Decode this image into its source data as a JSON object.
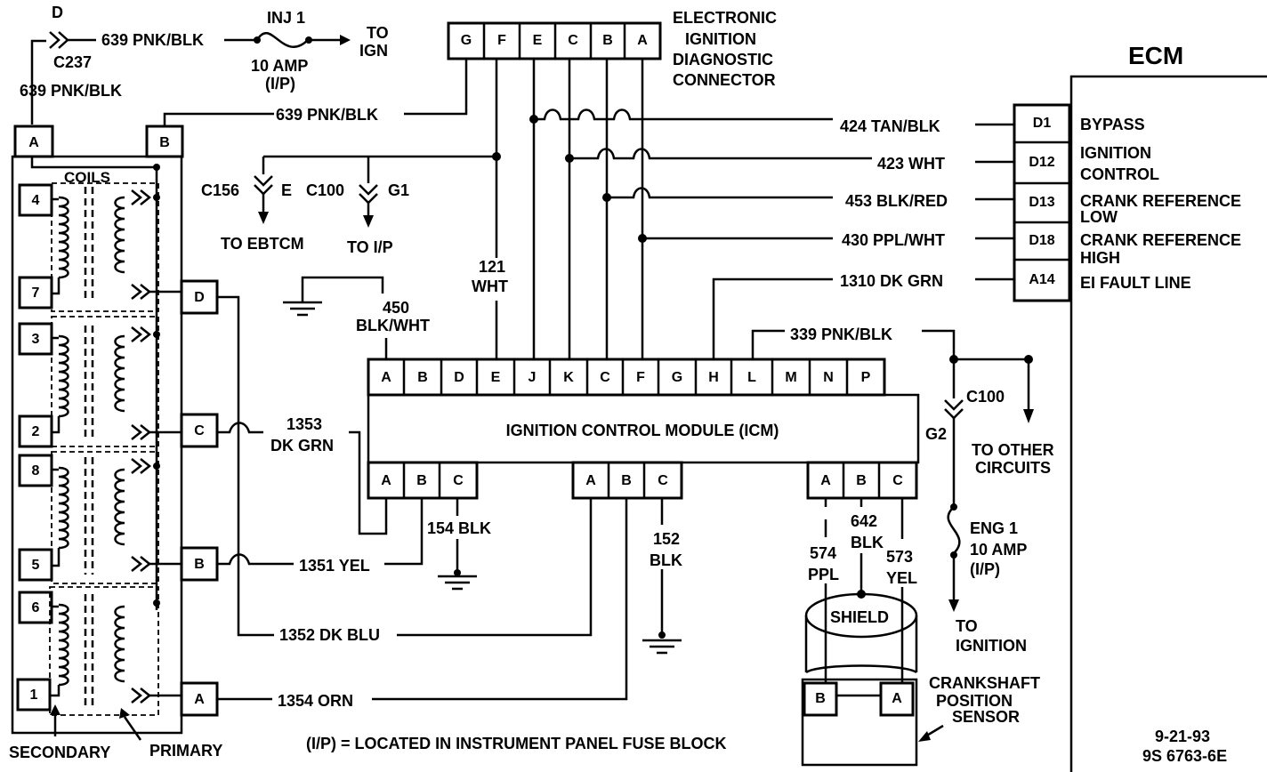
{
  "top": {
    "connector_d": "D",
    "connector_c237": "C237",
    "wire_639_top": "639 PNK/BLK",
    "wire_639_left": "639 PNK/BLK",
    "wire_639_mid": "639 PNK/BLK",
    "fuse_inj1": "INJ 1",
    "fuse_inj1_rating": "10 AMP",
    "fuse_inj1_loc": "(I/P)",
    "to_ign_1": "TO",
    "to_ign_2": "IGN"
  },
  "diag_connector": {
    "pins": [
      "G",
      "F",
      "E",
      "C",
      "B",
      "A"
    ],
    "title_lines": [
      "ELECTRONIC",
      "IGNITION",
      "DIAGNOSTIC",
      "CONNECTOR"
    ]
  },
  "ecm": {
    "title": "ECM",
    "pins": [
      {
        "pin": "D1",
        "wire": "424 TAN/BLK",
        "labels": [
          "BYPASS"
        ]
      },
      {
        "pin": "D12",
        "wire": "423 WHT",
        "labels": [
          "IGNITION",
          "CONTROL"
        ]
      },
      {
        "pin": "D13",
        "wire": "453 BLK/RED",
        "labels": [
          "CRANK REFERENCE",
          "LOW"
        ]
      },
      {
        "pin": "D18",
        "wire": "430 PPL/WHT",
        "labels": [
          "CRANK REFERENCE",
          "HIGH"
        ]
      },
      {
        "pin": "A14",
        "wire": "1310 DK GRN",
        "labels": [
          "EI FAULT LINE"
        ]
      }
    ]
  },
  "splices": {
    "c156": "C156",
    "c156_pin": "E",
    "to_ebtcm": "TO EBTCM",
    "c100": "C100",
    "c100_pin": "G1",
    "to_ip": "TO I/P",
    "w121_1": "121",
    "w121_2": "WHT",
    "w450_1": "450",
    "w450_2": "BLK/WHT",
    "w339": "339 PNK/BLK",
    "c100_g2": "C100",
    "g2": "G2",
    "to_other_1": "TO OTHER",
    "to_other_2": "CIRCUITS"
  },
  "icm": {
    "title": "IGNITION CONTROL MODULE (ICM)",
    "top_pins": [
      "A",
      "B",
      "D",
      "E",
      "J",
      "K",
      "C",
      "F",
      "G",
      "H",
      "L",
      "M",
      "N",
      "P"
    ],
    "bottom_left_pins": [
      "A",
      "B",
      "C"
    ],
    "bottom_mid_pins": [
      "A",
      "B",
      "C"
    ],
    "bottom_right_pins": [
      "A",
      "B",
      "C"
    ]
  },
  "coils": {
    "title": "COILS",
    "terminal_a": "A",
    "terminal_b": "B",
    "cylinders": [
      "4",
      "7",
      "3",
      "2",
      "8",
      "5",
      "6",
      "1"
    ],
    "side_pins": [
      "D",
      "C",
      "B",
      "A"
    ],
    "secondary": "SECONDARY",
    "primary": "PRIMARY"
  },
  "wires": {
    "w1353_1": "1353",
    "w1353_2": "DK GRN",
    "w1351": "1351 YEL",
    "w1352": "1352 DK BLU",
    "w1354": "1354 ORN",
    "w154": "154 BLK",
    "w152_1": "152",
    "w152_2": "BLK",
    "w574_1": "574",
    "w574_2": "PPL",
    "w642_1": "642",
    "w642_2": "BLK",
    "w573_1": "573",
    "w573_2": "YEL"
  },
  "sensor": {
    "shield": "SHIELD",
    "pin_b": "B",
    "pin_a": "A",
    "title_lines": [
      "CRANKSHAFT",
      "POSITION",
      "SENSOR"
    ]
  },
  "eng_fuse": {
    "name": "ENG 1",
    "rating": "10 AMP",
    "loc": "(I/P)",
    "to_1": "TO",
    "to_2": "IGNITION"
  },
  "footer": {
    "note": "(I/P)  =  LOCATED IN INSTRUMENT PANEL FUSE BLOCK",
    "date": "9-21-93",
    "code": "9S 6763-6E"
  }
}
